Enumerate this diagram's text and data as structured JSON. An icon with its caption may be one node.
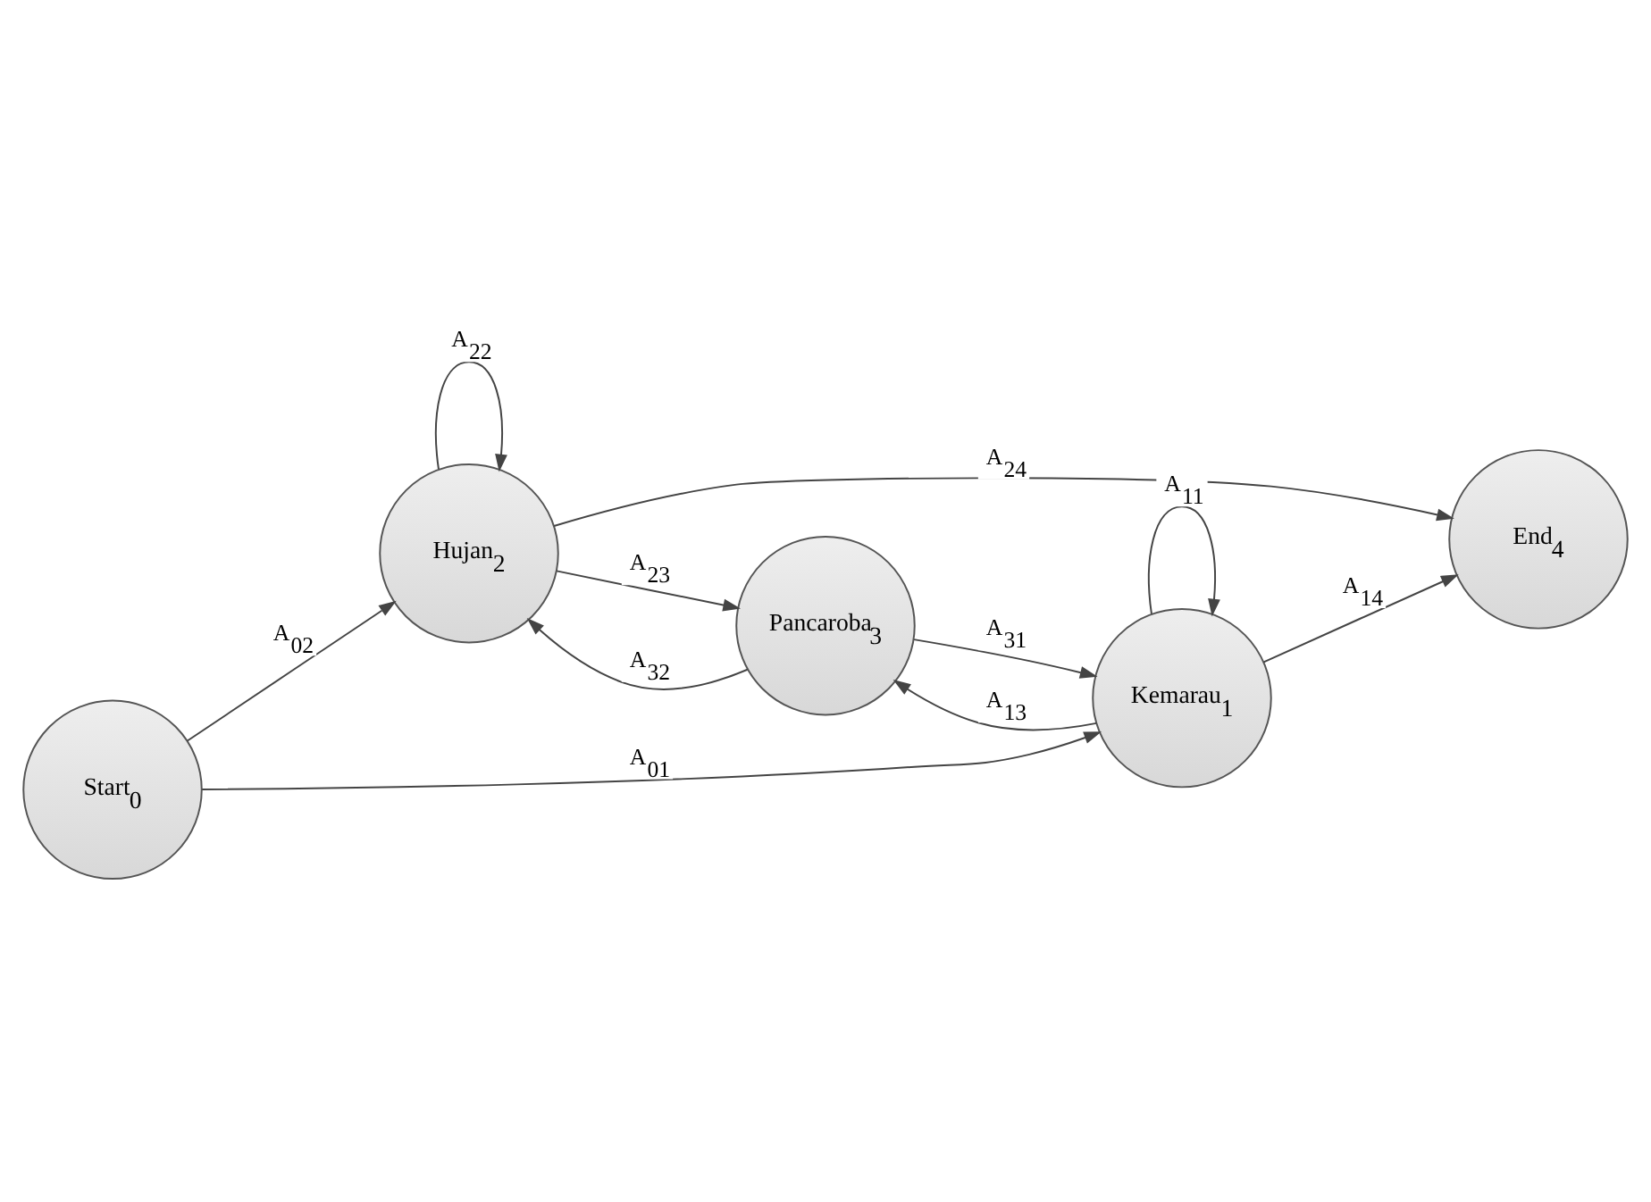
{
  "diagram": {
    "nodes": [
      {
        "text": [
          "Start$_{0}$"
        ]
      },
      {
        "text": [
          "Hujan$_{2}$"
        ]
      },
      {
        "text": [
          "End$_{4}$"
        ]
      },
      {
        "text": [
          "Pancaroba$_{3}$"
        ]
      },
      {
        "text": [
          "Kemarau$_{1}$"
        ]
      }
    ],
    "edges": [
      {
        "from": 0,
        "to": 1,
        "arrow": "to",
        "label": "A$_{02}$"
      },
      {
        "from": 1,
        "to": 2,
        "arrow": "to",
        "label": "A$_{24}$"
      },
      {
        "from": 1,
        "to": 1,
        "arrow": "to",
        "label": "A$_{22}$"
      },
      {
        "from": 3,
        "to": 1,
        "arrow": "to",
        "label": "A$_{32}$"
      },
      {
        "from": 1,
        "to": 3,
        "arrow": "to",
        "label": "A$_{23}$"
      },
      {
        "from": 0,
        "to": 4,
        "arrow": "to",
        "label": "A$_{01}$"
      },
      {
        "from": 4,
        "to": 4,
        "arrow": "to",
        "label": "A$_{11}$"
      },
      {
        "from": 3,
        "to": 4,
        "arrow": "to",
        "label": "A$_{31}$"
      },
      {
        "from": 4,
        "to": 3,
        "arrow": "to",
        "label": "A$_{13}$"
      },
      {
        "from": 4,
        "to": 2,
        "arrow": "to",
        "label": "A$_{14}$"
      }
    ]
  }
}
